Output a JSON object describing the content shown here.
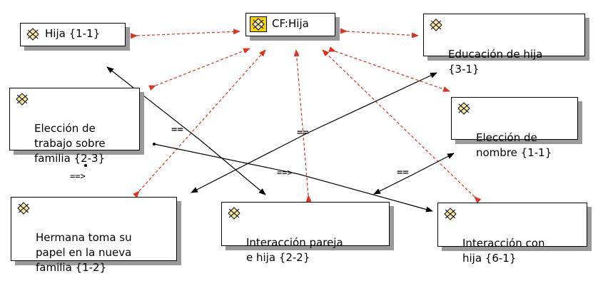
{
  "nodes": {
    "core": {
      "label": "CF:Hija",
      "icon": "code-family-icon"
    },
    "hija": {
      "label": "Hija {1-1}",
      "icon": "code-icon"
    },
    "educacion": {
      "label": "Educación de hija\n{3-1}",
      "icon": "code-icon"
    },
    "eleccion_trabajo": {
      "label": "Elección de\ntrabajo sobre\nfamilia {2-3}",
      "icon": "code-icon"
    },
    "eleccion_nombre": {
      "label": "Elección de\nnombre {1-1}",
      "icon": "code-icon"
    },
    "hermana": {
      "label": "Hermana toma su\npapel en la nueva\nfamilia {1-2}",
      "icon": "code-icon"
    },
    "interaccion_pareja": {
      "label": "Interacción pareja\ne hija {2-2}",
      "icon": "code-icon"
    },
    "interaccion_con": {
      "label": "Interacción con\nhija {6-1}",
      "icon": "code-icon"
    }
  },
  "relations": {
    "r1": "==",
    "r2": "==",
    "r3": "==>",
    "r4": "==",
    "r5": "==>"
  },
  "colors": {
    "family_link": "#e0301e",
    "relation_link": "#000000",
    "core_icon_fill": "#f3d400",
    "icon_fill": "#f5e9a0"
  }
}
